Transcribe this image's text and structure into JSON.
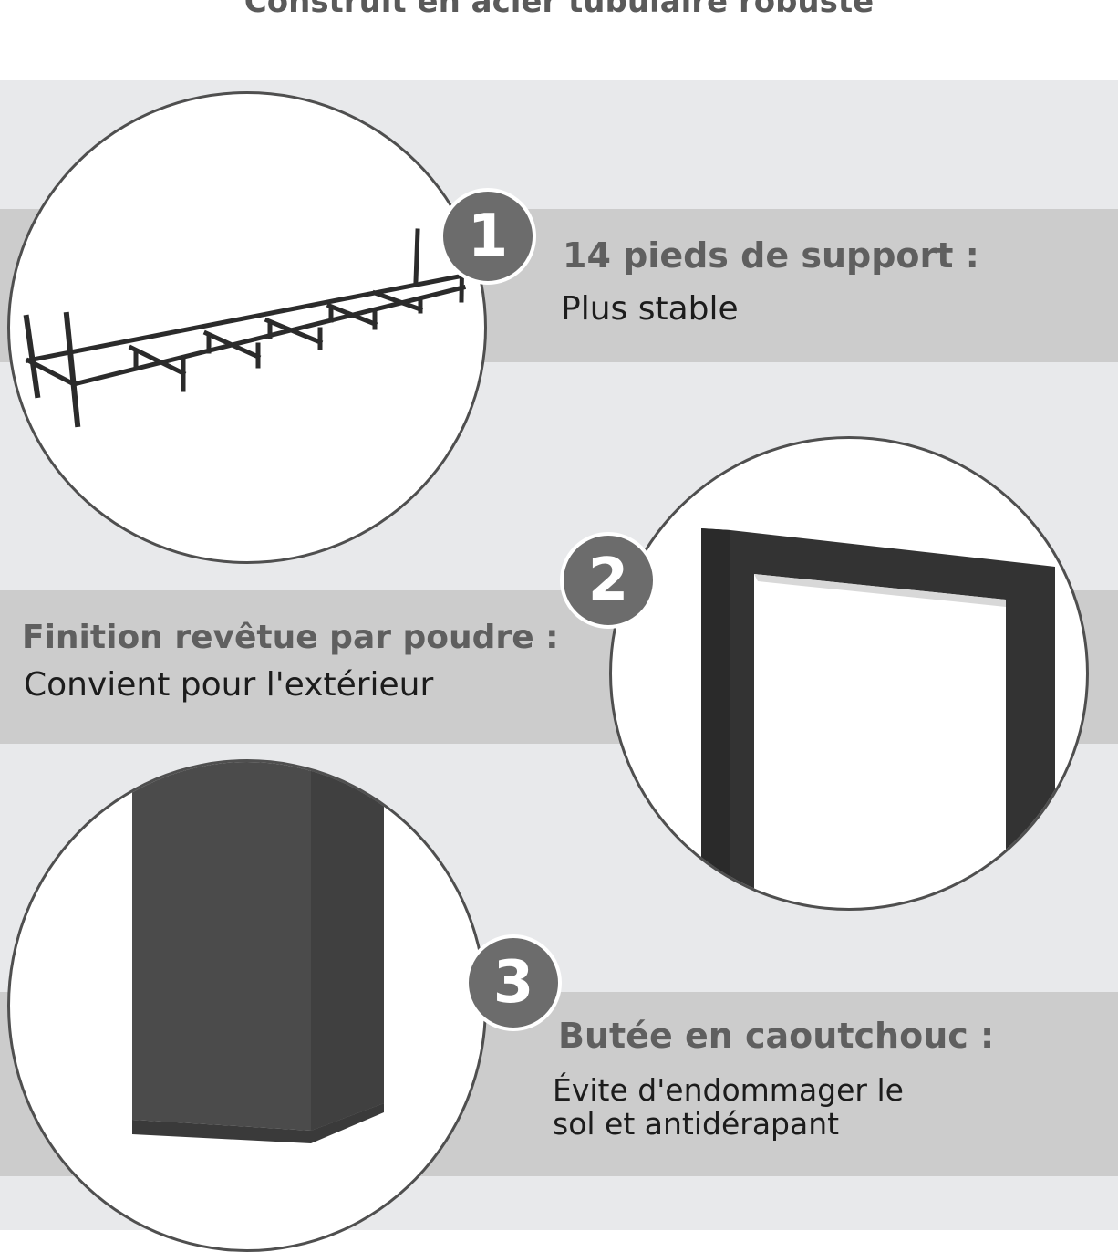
{
  "header": {
    "title": "Construit en acier tubulaire robuste"
  },
  "features": [
    {
      "number": "1",
      "title": "14 pieds de support :",
      "description": "Plus stable",
      "image_icon": "rack-frame-icon"
    },
    {
      "number": "2",
      "title": "Finition revêtue par poudre :",
      "description": "Convient pour l'extérieur",
      "image_icon": "frame-corner-icon"
    },
    {
      "number": "3",
      "title": "Butée en caoutchouc :",
      "description_line1": "Évite d'endommager le",
      "description_line2": "sol et antidérapant",
      "image_icon": "rubber-foot-icon"
    }
  ],
  "colors": {
    "background": "#e8e9eb",
    "band": "#cccccc",
    "badge": "#6c6c6c",
    "title_text": "#5f5f5f",
    "steel": "#2b2b2b"
  }
}
